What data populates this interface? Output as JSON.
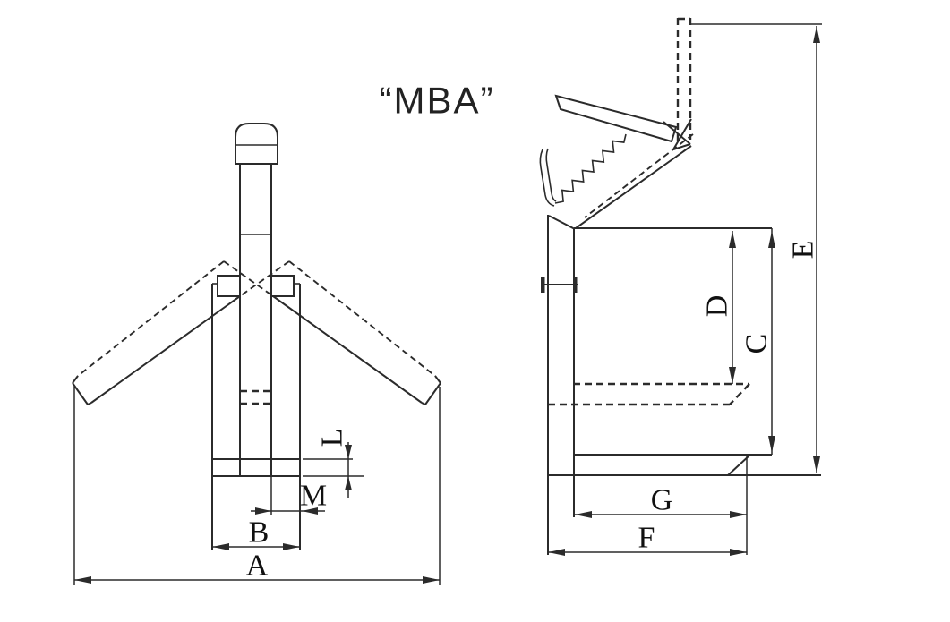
{
  "drawing": {
    "title": "“MBA”"
  },
  "front_view": {
    "dim_labels": {
      "A": "A",
      "B": "B",
      "L": "L",
      "M": "M"
    }
  },
  "side_view": {
    "dim_labels": {
      "C": "C",
      "D": "D",
      "E": "E",
      "F": "F",
      "G": "G"
    }
  },
  "colors": {
    "line": "#2b2b2b",
    "text": "#111111",
    "background": "#ffffff"
  }
}
